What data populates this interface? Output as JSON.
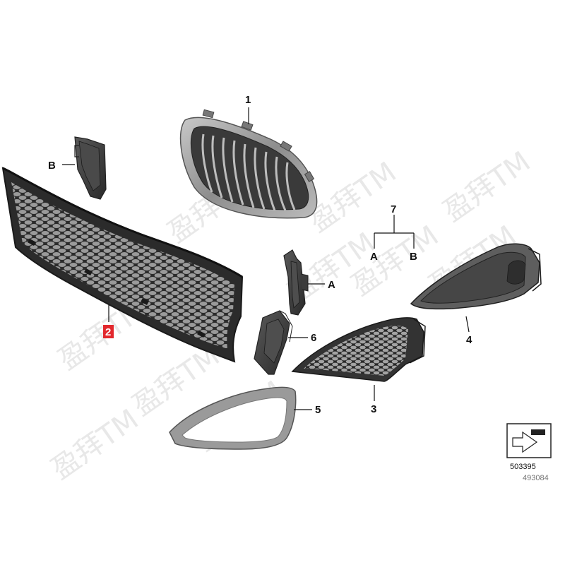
{
  "diagram": {
    "callouts": {
      "part_1": "1",
      "part_2": "2",
      "part_3": "3",
      "part_4": "4",
      "part_5": "5",
      "part_6": "6",
      "part_7": "7",
      "ref_a_bracket": "A",
      "ref_b_bracket": "B",
      "part_7_variant_a": "A",
      "part_7_variant_b": "B"
    },
    "highlight_color": "#e2282d",
    "reference_number": "503395",
    "reference_number_partial": "493084"
  },
  "watermark": {
    "text": "盈拜TM"
  }
}
